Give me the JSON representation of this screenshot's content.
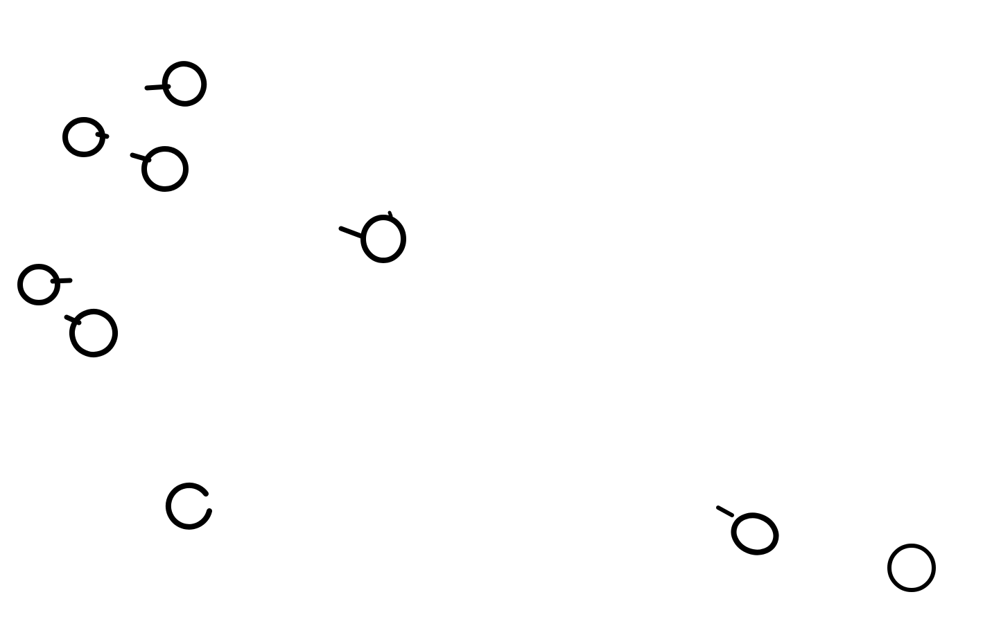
{
  "canvas": {
    "background": "#ffffff",
    "ink_color": "#000000"
  },
  "glyphs": [
    {
      "shape": "circle-with-left-tick"
    },
    {
      "shape": "circle-with-right-tick"
    },
    {
      "shape": "circle-with-left-tick"
    },
    {
      "shape": "circle-with-left-tick"
    },
    {
      "shape": "circle-with-right-tick"
    },
    {
      "shape": "circle-with-left-tick"
    },
    {
      "shape": "open-circle"
    },
    {
      "shape": "circle-with-left-tick"
    },
    {
      "shape": "closed-circle"
    }
  ]
}
